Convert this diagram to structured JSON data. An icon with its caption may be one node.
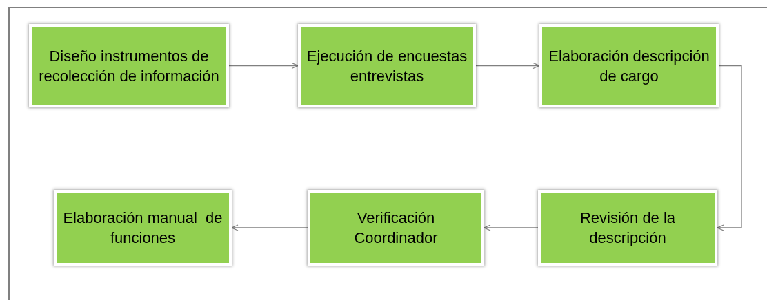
{
  "diagram": {
    "nodes": [
      {
        "text": [
          "Diseño instrumentos de recolección de información"
        ]
      },
      {
        "text": [
          "Ejecución de encuestas entrevistas"
        ]
      },
      {
        "text": [
          "Elaboración descripción de cargo"
        ]
      },
      {
        "text": [
          "Revisión de la descripción"
        ]
      },
      {
        "text": [
          "Verificación Coordinador"
        ]
      },
      {
        "text": [
          "Elaboración manual  de funciones"
        ]
      }
    ],
    "edges": [
      {
        "from": 0,
        "to": 1,
        "arrow": "to"
      },
      {
        "from": 1,
        "to": 2,
        "arrow": "to"
      },
      {
        "from": 2,
        "to": 3,
        "arrow": "to"
      },
      {
        "from": 3,
        "to": 4,
        "arrow": "to"
      },
      {
        "from": 4,
        "to": 5,
        "arrow": "to"
      }
    ]
  }
}
